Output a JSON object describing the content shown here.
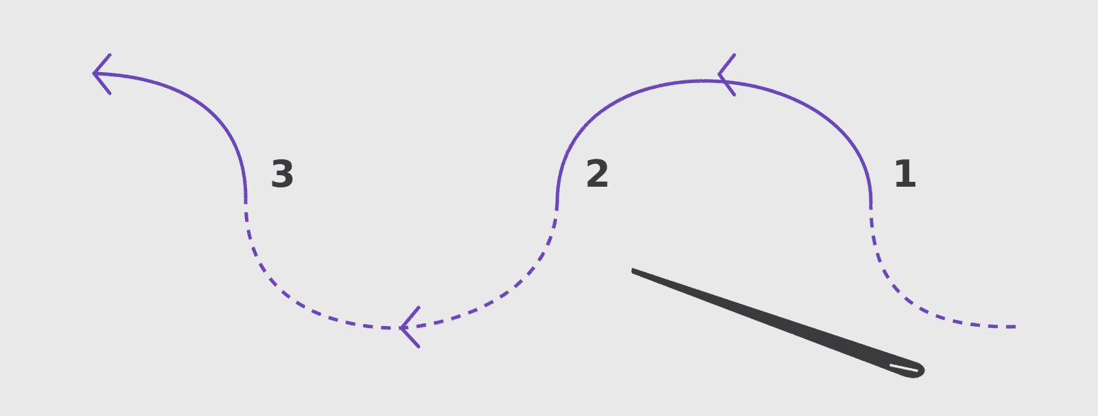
{
  "diagram": {
    "labels": {
      "point_1": "1",
      "point_2": "2",
      "point_3": "3"
    },
    "colors": {
      "background": "#e9e9ea",
      "fabric_line": "#3b3b3d",
      "thread": "#6b46b8",
      "needle": "#3b3b3d",
      "label": "#3b3b3d"
    },
    "icons": {
      "needle": "sewing-needle-icon",
      "arrow": "arrowhead-icon"
    }
  }
}
